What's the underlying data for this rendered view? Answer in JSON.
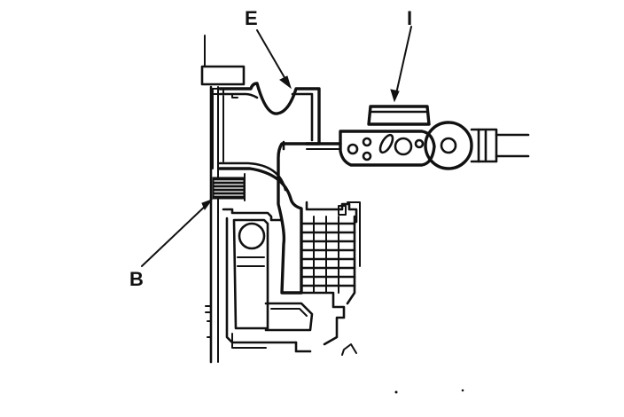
{
  "figure": {
    "callouts": {
      "e": "E",
      "i": "I",
      "b": "B"
    },
    "colors": {
      "ink": "#111111",
      "paper": "#ffffff"
    }
  }
}
